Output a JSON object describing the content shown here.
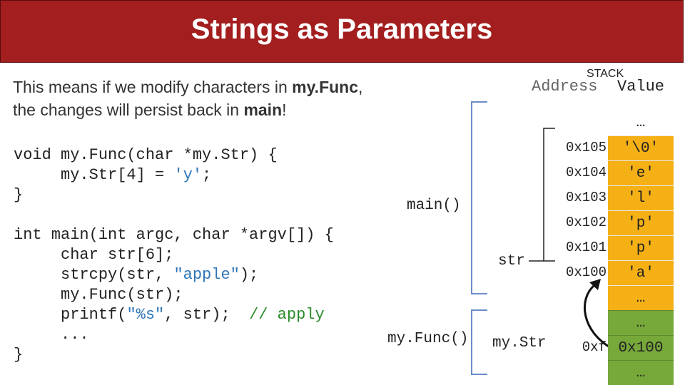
{
  "title": "Strings as Parameters",
  "intro": {
    "line1_pre": "This means if we modify characters in ",
    "line1_bold": "my.Func",
    "line1_post": ",",
    "line2_pre": "the changes will persist back in ",
    "line2_bold": "main",
    "line2_post": "!"
  },
  "code": {
    "l1": "void my.Func(char *my.Str) {",
    "l2_pre": "     my.Str[4] = ",
    "l2_str": "'y'",
    "l2_post": ";",
    "l3": "}",
    "l4": "int main(int argc, char *argv[]) {",
    "l5": "     char str[6];",
    "l6_pre": "     strcpy(str, ",
    "l6_str": "\"apple\"",
    "l6_post": ");",
    "l7": "     my.Func(str);",
    "l8_pre": "     printf(",
    "l8_str": "\"%s\"",
    "l8_post": ", str);  ",
    "l8_comment": "// apply",
    "l9": "     ...",
    "l10": "}"
  },
  "frames": {
    "main": "main()",
    "myfunc": "my.Func()",
    "str": "str",
    "mystr": "my.Str"
  },
  "stack": {
    "title": "STACK",
    "address_header": "Address",
    "value_header": "Value",
    "cells": [
      {
        "address": "",
        "value": "…",
        "color": "white"
      },
      {
        "address": "0x105",
        "value": "'\\0'",
        "color": "yellow"
      },
      {
        "address": "0x104",
        "value": "'e'",
        "color": "yellow"
      },
      {
        "address": "0x103",
        "value": "'l'",
        "color": "yellow"
      },
      {
        "address": "0x102",
        "value": "'p'",
        "color": "yellow"
      },
      {
        "address": "0x101",
        "value": "'p'",
        "color": "yellow"
      },
      {
        "address": "0x100",
        "value": "'a'",
        "color": "yellow"
      },
      {
        "address": "",
        "value": "…",
        "color": "yellow"
      },
      {
        "address": "",
        "value": "…",
        "color": "green"
      },
      {
        "address": "0xf",
        "value": "0x100",
        "color": "green"
      },
      {
        "address": "",
        "value": "…",
        "color": "green"
      }
    ]
  },
  "colors": {
    "title_bar": "#a31e1e",
    "main_frame": "#f5b016",
    "myfunc_frame": "#77a83a",
    "string_literal": "#2e75b6",
    "comment": "#2a8a2a"
  }
}
